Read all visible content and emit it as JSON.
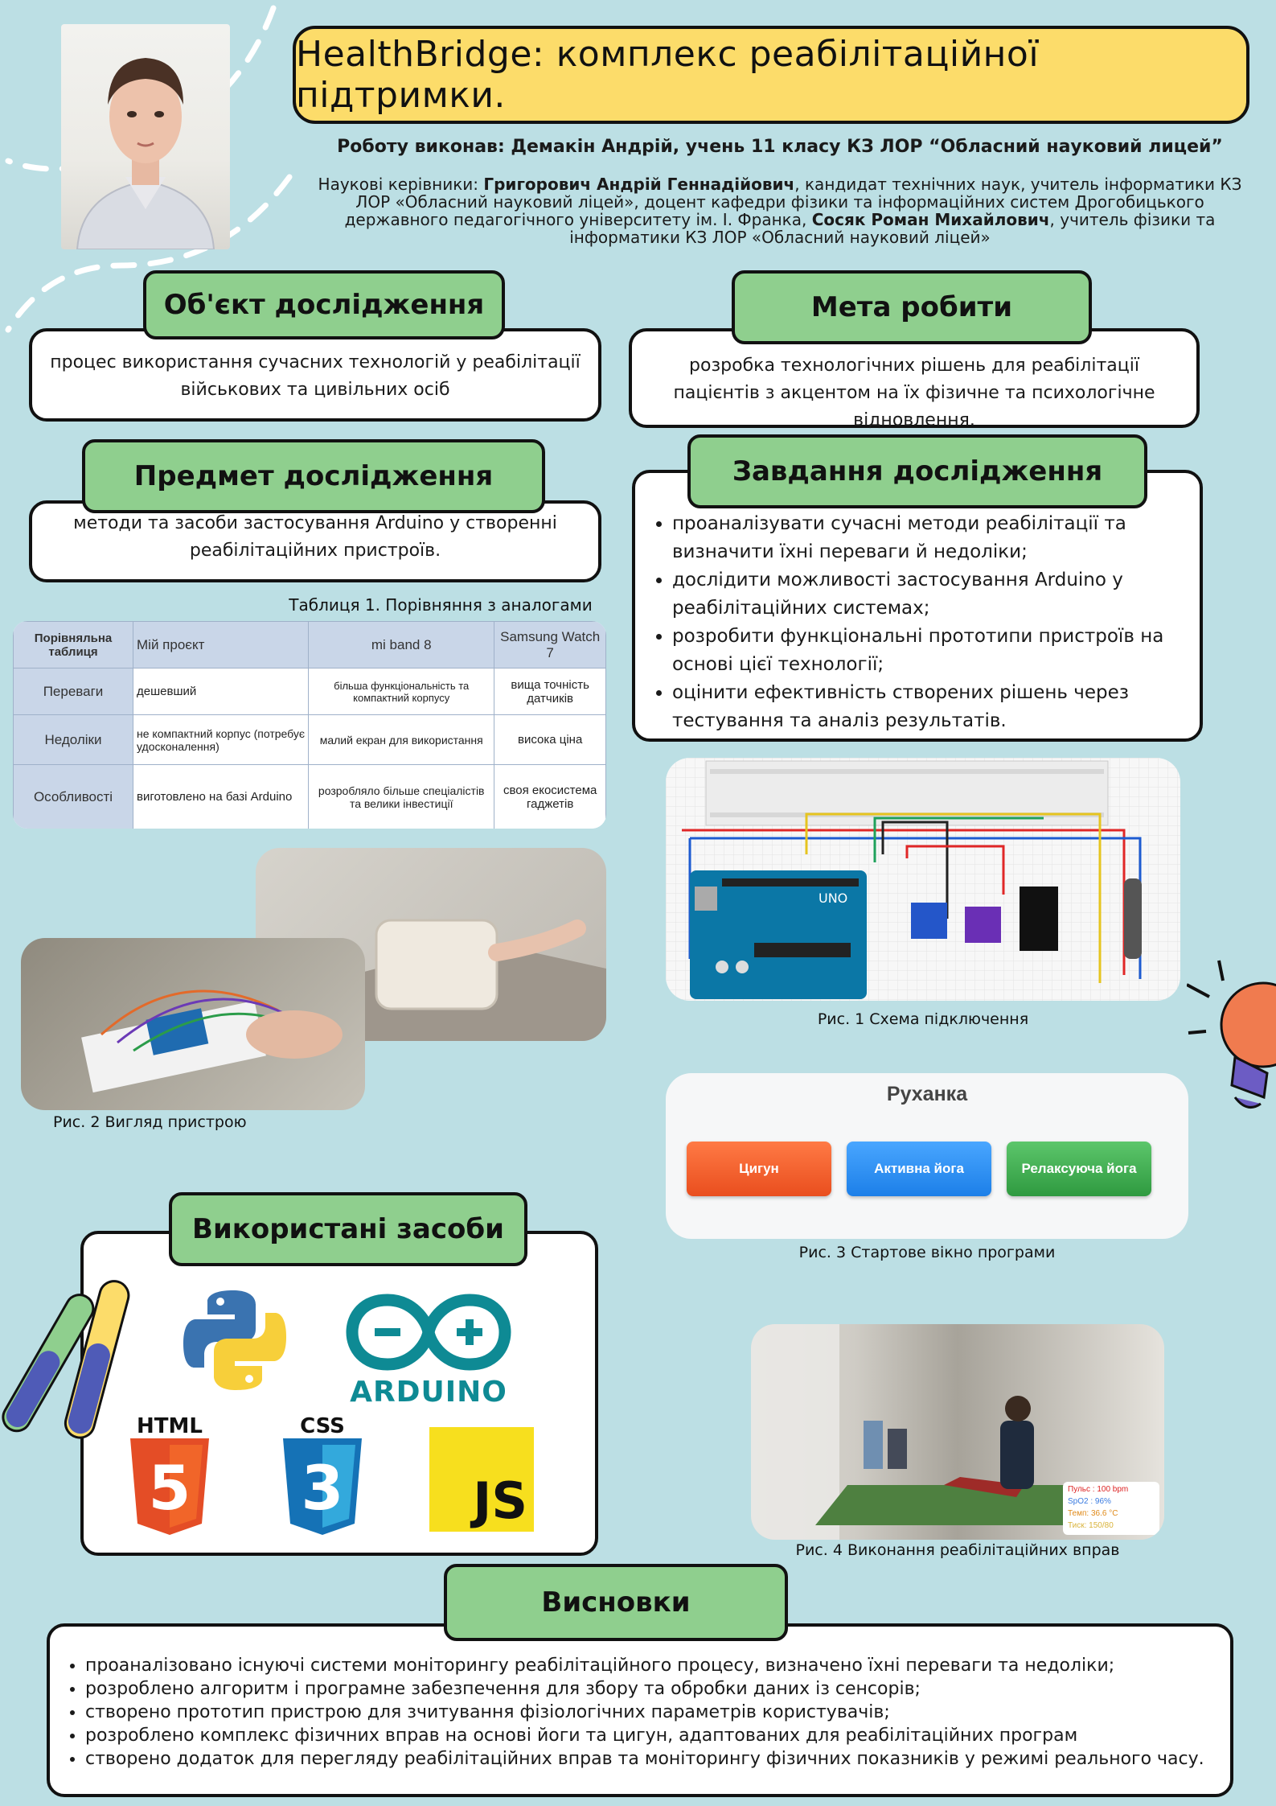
{
  "title": "HealthBridge: комплекс реабілітаційної підтримки.",
  "author_line": "Роботу виконав: Демакін Андрій, учень 11 класу КЗ ЛОР “Обласний науковий лицей”",
  "supervisors": {
    "prefix": "Наукові керівники: ",
    "name1": "Григорович Андрій Геннадійович",
    "text1": ",  кандидат технічних наук, учитель інформатики КЗ ЛОР «Обласний науковий ліцей», доцент кафедри фізики та інформаційних систем Дрогобицького державного педагогічного університету ім. І. Франка, ",
    "name2": "Сосяк Роман Михайлович",
    "text2": ", учитель фізики та інформатики КЗ ЛОР «Обласний науковий ліцей»"
  },
  "sections": {
    "object": {
      "heading": "Об'єкт дослідження",
      "text": "процес використання сучасних технологій у реабілітації військових та цивільних осіб"
    },
    "goal": {
      "heading": "Мета робити",
      "text": "розробка технологічних рішень для реабілітації пацієнтів з акцентом на їх фізичне та психологічне відновлення."
    },
    "subject": {
      "heading": "Предмет дослідження",
      "text": "методи та засоби застосування Arduino у створенні реабілітаційних пристроїв."
    },
    "tasks": {
      "heading": "Завдання дослідження",
      "items": [
        "проаналізувати сучасні методи реабілітації та визначити їхні переваги й недоліки;",
        "дослідити можливості застосування Arduino у реабілітаційних системах;",
        "розробити функціональні прототипи пристроїв на основі цієї технології;",
        "оцінити ефективність створених рішень через тестування та аналіз результатів."
      ]
    },
    "tools": {
      "heading": "Використані засоби",
      "logos": [
        "python-logo",
        "arduino-logo",
        "html5-logo",
        "css3-logo",
        "js-logo"
      ],
      "logo_text": {
        "arduino": "ARDUINO",
        "html": "HTML",
        "css": "CSS",
        "js": "JS",
        "html_num": "5",
        "css_num": "3"
      }
    },
    "conclusions": {
      "heading": "Висновки",
      "items": [
        "проаналізовано існуючі системи моніторингу реабілітаційного процесу, визначено їхні переваги та недоліки;",
        "розроблено алгоритм і програмне забезпечення для збору та обробки даних із сенсорів;",
        "створено прототип пристрою для зчитування фізіологічних параметрів користувачів;",
        "розроблено комплекс фізичних вправ на основі йоги та цигун, адаптованих для реабілітаційних програм",
        "створено додаток для перегляду реабілітаційних вправ та моніторингу фізичних показників у режимі реального часу."
      ]
    }
  },
  "table": {
    "caption": "Таблиця  1. Порівняння з аналогами",
    "corner": "Порівняльна таблиця",
    "columns": [
      "Мій проєкт",
      "mi band 8",
      "Samsung Watch 7"
    ],
    "rows": [
      {
        "label": "Переваги",
        "cells": [
          "дешевший",
          "більша функціональність та компактний корпусу",
          "вища точність датчиків"
        ]
      },
      {
        "label": "Недоліки",
        "cells": [
          "не компактний корпус (потребує удосконалення)",
          "малий екран для використання",
          "висока ціна"
        ]
      },
      {
        "label": "Особливості",
        "cells": [
          "виготовлено на базі Arduino",
          "розробляло більше спеціалістів та велики інвестиції",
          "своя екосистема гаджетів"
        ]
      }
    ]
  },
  "figures": {
    "fig1": "Рис. 1 Схема підключення",
    "fig2": "Рис. 2 Вигляд пристрою",
    "fig3": "Рис. 3 Стартове вікно програми",
    "fig4": "Рис. 4 Виконання реабілітаційних вправ"
  },
  "app": {
    "title": "Руханка",
    "buttons": [
      "Цигун",
      "Активна йога",
      "Релаксуюча йога"
    ]
  },
  "vitals": {
    "pulse": "Пульс : 100 bpm",
    "spo2": "SpO2 : 96%",
    "temp": "Темп: 36.6 °C",
    "pressure": "Тиск: 150/80"
  },
  "board_labels": {
    "uno": "UNO"
  },
  "colors": {
    "background": "#bcdfe4",
    "title_bg": "#fcdc6a",
    "heading_bg": "#8fcf8e",
    "btn1": "#f0592b",
    "btn2": "#2e8ef0",
    "btn3": "#3aa74a"
  }
}
